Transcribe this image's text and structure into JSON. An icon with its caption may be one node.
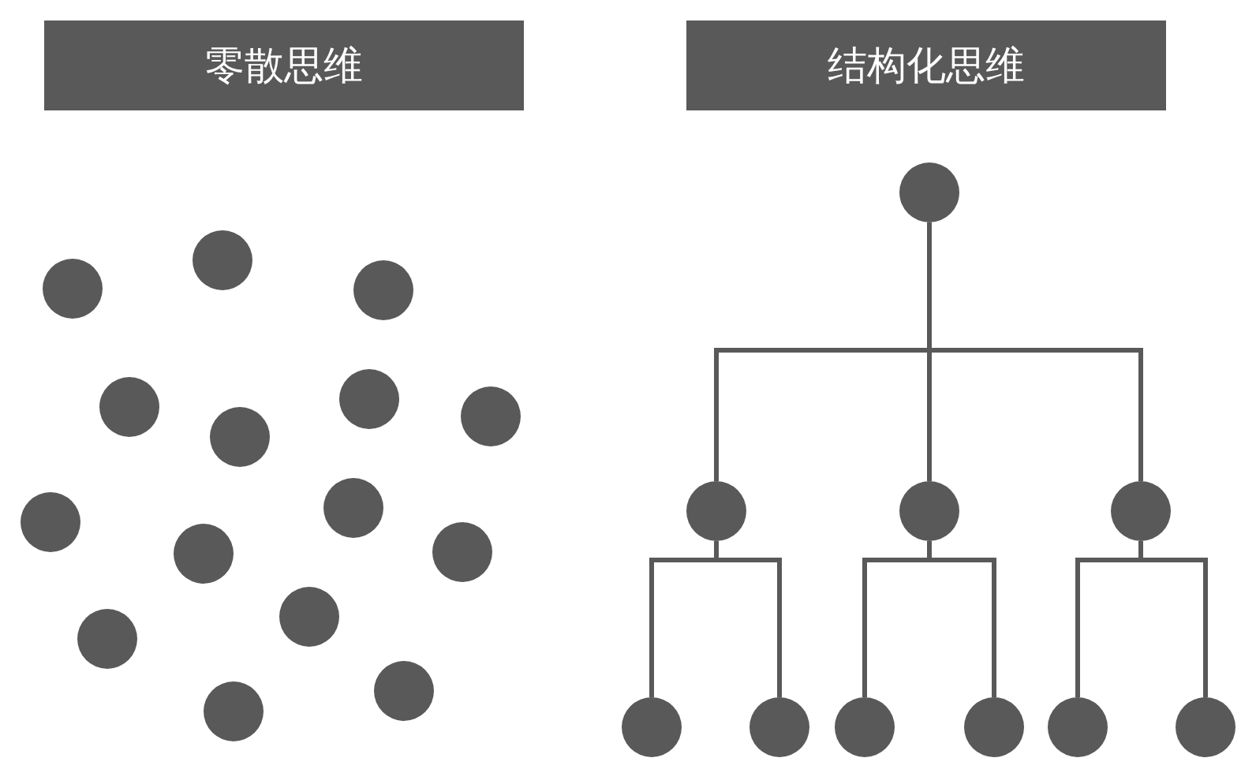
{
  "diagram": {
    "nodes": [
      {
        "text": [
          "零散思维"
        ]
      },
      {
        "text": [
          "结构化思维"
        ]
      },
      {
        "text": [],
        "shape": "circle"
      },
      {
        "text": [],
        "shape": "circle"
      },
      {
        "text": [],
        "shape": "circle"
      },
      {
        "text": [],
        "shape": "circle"
      },
      {
        "text": [],
        "shape": "circle"
      },
      {
        "text": [],
        "shape": "circle"
      },
      {
        "text": [],
        "shape": "circle"
      },
      {
        "text": [],
        "shape": "circle"
      },
      {
        "text": [],
        "shape": "circle"
      },
      {
        "text": [],
        "shape": "circle"
      },
      {
        "text": [],
        "shape": "circle"
      },
      {
        "text": [],
        "shape": "circle"
      },
      {
        "text": [],
        "shape": "circle"
      },
      {
        "text": [],
        "shape": "circle"
      },
      {
        "text": [],
        "shape": "circle"
      },
      {
        "text": [],
        "shape": "circle"
      },
      {
        "text": [],
        "shape": "circle"
      },
      {
        "text": [],
        "shape": "circle"
      },
      {
        "text": [],
        "shape": "circle"
      },
      {
        "text": [],
        "shape": "circle"
      },
      {
        "text": [],
        "shape": "circle"
      },
      {
        "text": [],
        "shape": "circle"
      },
      {
        "text": [],
        "shape": "circle"
      },
      {
        "text": [],
        "shape": "circle"
      },
      {
        "text": [],
        "shape": "circle"
      }
    ],
    "edges": [
      {
        "from": 17,
        "to": 18,
        "arrow": "none"
      },
      {
        "from": 17,
        "to": 19,
        "arrow": "none"
      },
      {
        "from": 17,
        "to": 20,
        "arrow": "none"
      },
      {
        "from": 18,
        "to": 21,
        "arrow": "none"
      },
      {
        "from": 18,
        "to": 22,
        "arrow": "none"
      },
      {
        "from": 19,
        "to": 23,
        "arrow": "none"
      },
      {
        "from": 19,
        "to": 24,
        "arrow": "none"
      },
      {
        "from": 20,
        "to": 25,
        "arrow": "none"
      },
      {
        "from": 20,
        "to": 26,
        "arrow": "none"
      }
    ]
  }
}
